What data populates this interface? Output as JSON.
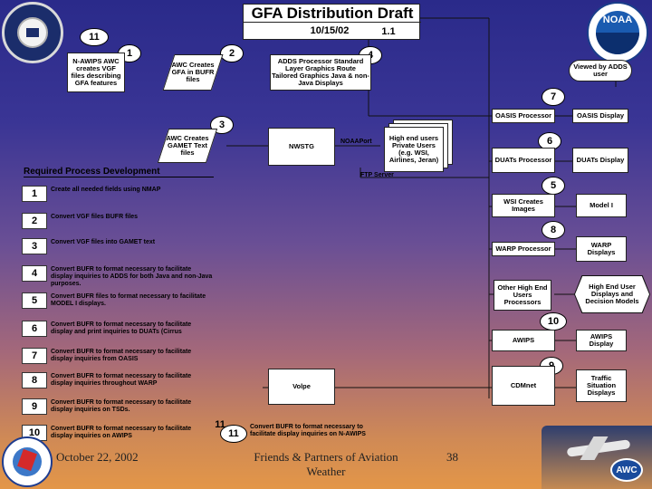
{
  "title": {
    "text": "GFA Distribution Draft",
    "date": "10/15/02",
    "version": "1.1"
  },
  "logos": {
    "left_seal_text": "DEPARTMENT OF COMMERCE · UNITED STATES OF AMERICA",
    "right_logo_text": "NOAA",
    "bottom_left_logo_text": "NATIONAL WEATHER SERVICE",
    "bottom_right_logo_text": "AWC"
  },
  "markers": {
    "m11a": "11",
    "m1": "1",
    "m2": "2",
    "m4": "4",
    "m7": "7",
    "m3": "3",
    "m6": "6",
    "m5": "5",
    "m8": "8",
    "m10": "10",
    "m9": "9",
    "m11b": "11"
  },
  "boxes": {
    "nawips": "N-AWIPS AWC creates VGF files describing GFA features",
    "awc_bufr": "AWC Creates GFA in BUFR files",
    "adds": "ADDS Processor Standard Layer Graphics Route Tailored Graphics Java & non-Java Displays",
    "adds_user": "Viewed by ADDS user",
    "oasis_proc": "OASIS Processor",
    "oasis_disp": "OASIS Display",
    "awc_gamet": "AWC Creates GAMET Text files",
    "nwstg": "NWSTG",
    "noaaport": "NOAAPort",
    "high_end": "High end users Private Users (e.g. WSI, Airlines, Jeran)",
    "duats_proc": "DUATs Processor",
    "duats_disp": "DUATs Display",
    "ftp": "FTP Server",
    "wsi": "WSI Creates Images",
    "model1": "Model I",
    "warp_proc": "WARP Processor",
    "warp_disp": "WARP Displays",
    "other_high": "Other High End Users Processors",
    "high_end_user": "High End User Displays and Decision Models",
    "awips": "AWIPS",
    "awips_disp": "AWIPS Display",
    "volpe": "Volpe",
    "cdmnet": "CDMnet",
    "traffic": "Traffic Situation Displays"
  },
  "requirements": {
    "heading": "Required Process Development",
    "items": [
      {
        "num": "1",
        "text": "Create all needed fields using NMAP"
      },
      {
        "num": "2",
        "text": "Convert VGF files BUFR files"
      },
      {
        "num": "3",
        "text": "Convert VGF files into GAMET text"
      },
      {
        "num": "4",
        "text": "Convert BUFR to format necessary to facilitate display inquiries to ADDS for both Java and non-Java purposes."
      },
      {
        "num": "5",
        "text": "Convert BUFR files to format necessary to facilitate MODEL I displays."
      },
      {
        "num": "6",
        "text": "Convert BUFR to format necessary to facilitate display and print inquiries to DUATs (Cirrus"
      },
      {
        "num": "7",
        "text": "Convert BUFR to format necessary to facilitate display inquiries from OASIS"
      },
      {
        "num": "8",
        "text": "Convert BUFR to format necessary to facilitate display inquiries throughout WARP"
      },
      {
        "num": "9",
        "text": "Convert BUFR to format necessary to facilitate display inquiries on TSDs."
      },
      {
        "num": "10",
        "text": "Convert BUFR to format necessary to facilitate display inquiries on AWIPS"
      }
    ],
    "item11": {
      "num": "11",
      "text": "Convert BUFR to format necessary to facilitate display inquiries on N-AWIPS"
    }
  },
  "footer": {
    "date": "October 22, 2002",
    "center": "Friends & Partners of Aviation Weather",
    "page": "38"
  },
  "colors": {
    "bg_top": "#2a2a8a",
    "bg_bottom": "#e39648",
    "box_fill": "#ffffff",
    "line": "#111111"
  }
}
